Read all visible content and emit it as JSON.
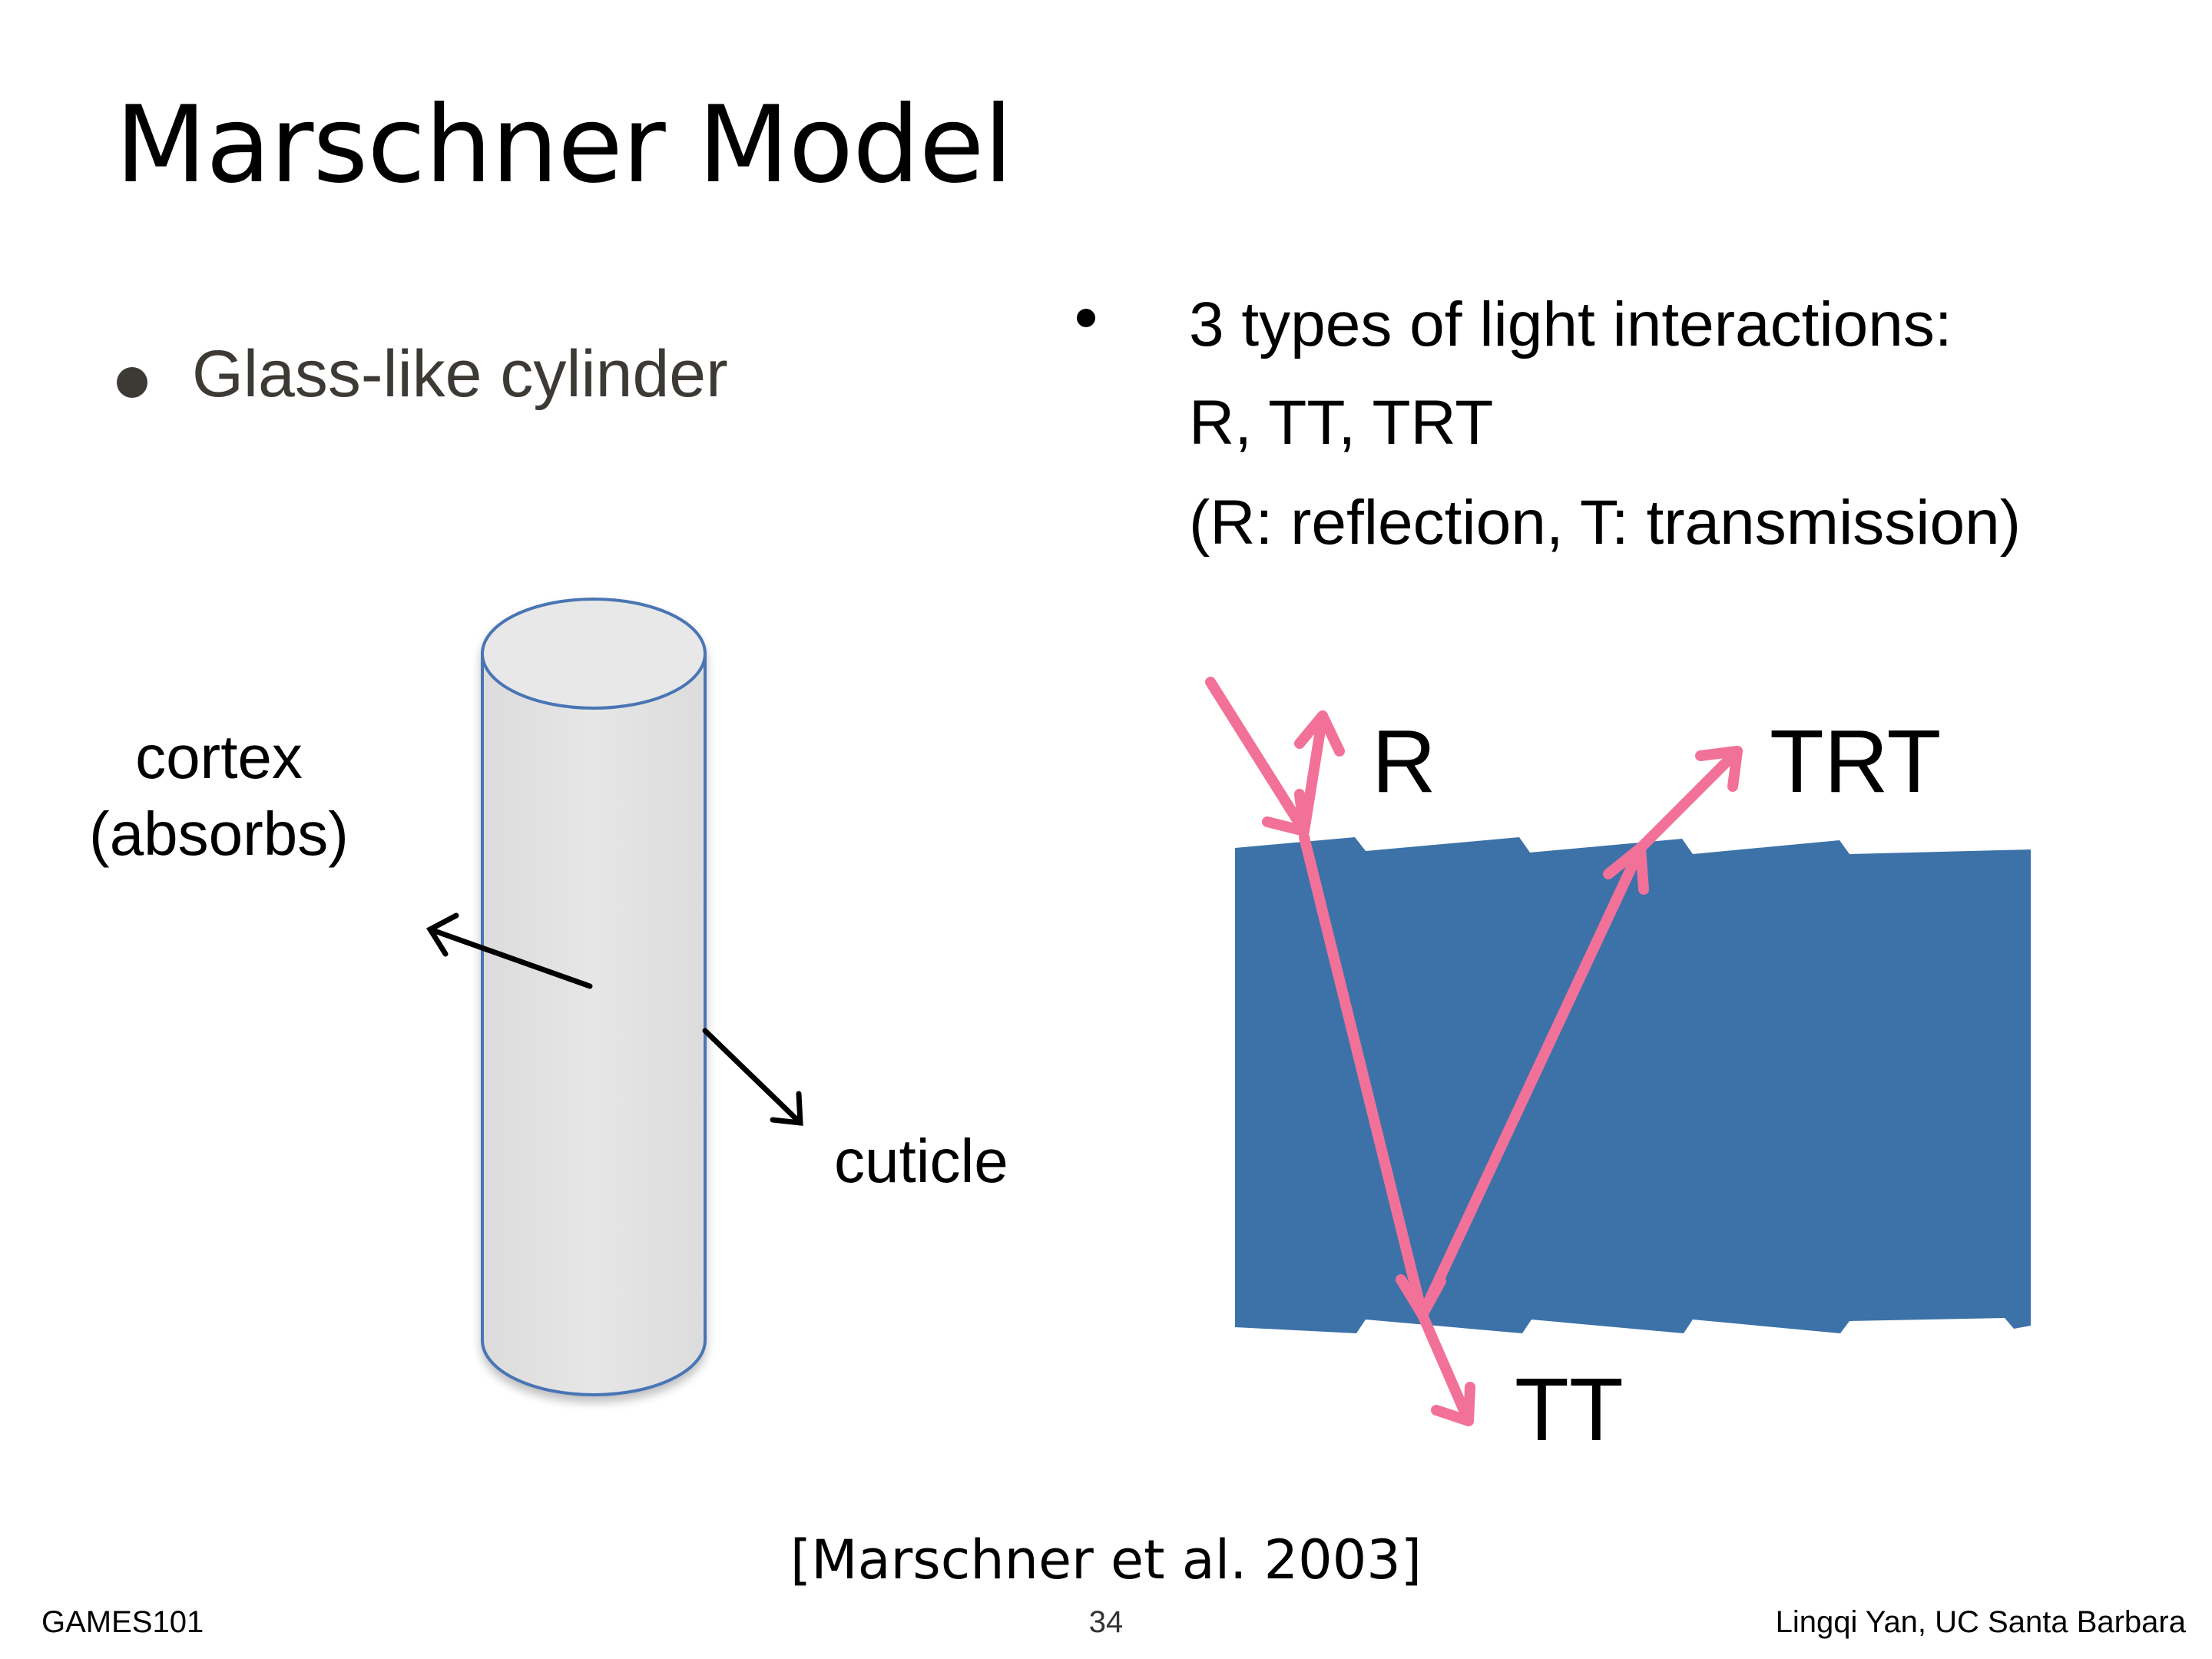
{
  "slide": {
    "title": "Marschner Model",
    "left_bullet": "Glass-like cylinder",
    "right_bullet_lines": [
      "3 types of light interactions:",
      "R, TT, TRT",
      "(R: reflection, T: transmission)"
    ]
  },
  "diagram": {
    "cylinder_labels": {
      "cortex": "cortex",
      "absorbs": "(absorbs)",
      "cuticle": "cuticle"
    },
    "path_labels": {
      "r": "R",
      "trt": "TRT",
      "tt": "TT"
    },
    "colors": {
      "cylinder_fill": "#e3e3e3",
      "cylinder_stroke": "#4a74b4",
      "hair_block": "#3c72a8",
      "light_path": "#f27198",
      "arrow": "#000000"
    }
  },
  "citation": "[Marschner et al. 2003]",
  "footer": {
    "course": "GAMES101",
    "page_number": "34",
    "author": "Lingqi Yan, UC Santa Barbara"
  }
}
